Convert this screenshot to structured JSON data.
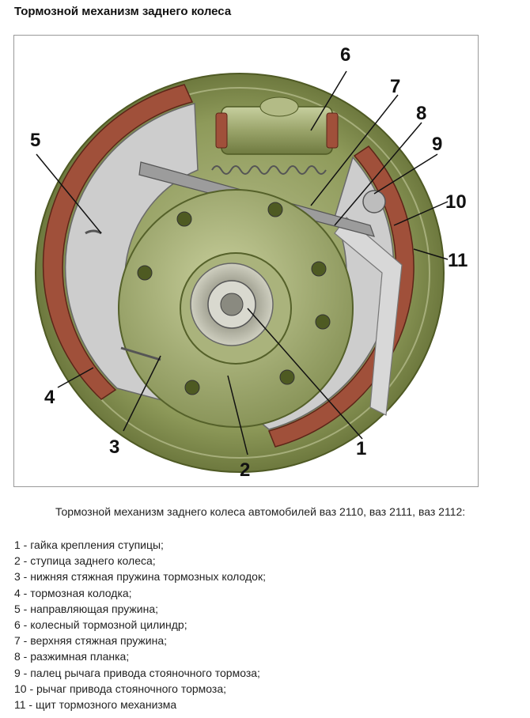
{
  "title": "Тормозной механизм заднего колеса",
  "caption": "Тормозной механизм заднего колеса автомобилей ваз 2110, ваз 2111, ваз 2112:",
  "callouts": [
    {
      "num": "1",
      "text": "1 - гайка крепления ступицы;"
    },
    {
      "num": "2",
      "text": "2 - ступица заднего колеса;"
    },
    {
      "num": "3",
      "text": "3 - нижняя стяжная пружина тормозных колодок;"
    },
    {
      "num": "4",
      "text": "4 - тормозная колодка;"
    },
    {
      "num": "5",
      "text": "5 - направляющая пружина;"
    },
    {
      "num": "6",
      "text": "6 - колесный тормозной цилиндр;"
    },
    {
      "num": "7",
      "text": "7 - верхняя стяжная пружина;"
    },
    {
      "num": "8",
      "text": "8 - разжимная планка;"
    },
    {
      "num": "9",
      "text": "9 - палец рычага привода стояночного тормоза;"
    },
    {
      "num": "10",
      "text": "10 - рычаг привода стояночного тормоза;"
    },
    {
      "num": "11",
      "text": "11 - щит тормозного механизма"
    }
  ],
  "colors": {
    "drum_green": "#8e9a5a",
    "friction_lining": "#a0503a",
    "shoe_grey": "#c9c9c9",
    "hub_green": "#aab37c"
  }
}
